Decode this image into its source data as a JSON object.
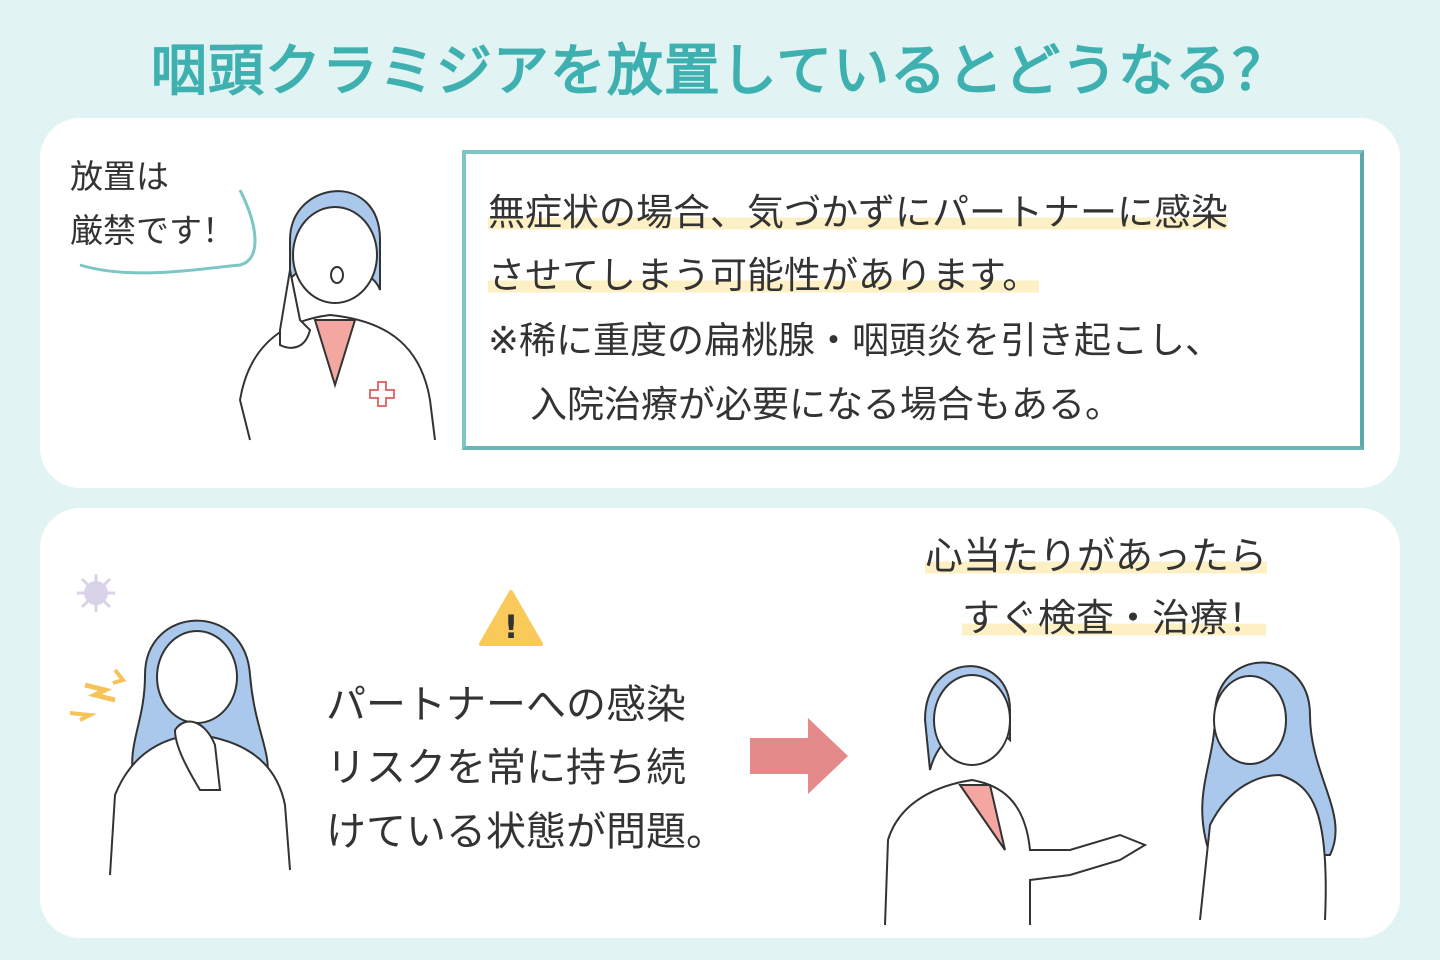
{
  "title": "咽頭クラミジアを放置しているとどうなる？",
  "top_card": {
    "bubble": [
      "放置は",
      "厳禁です！"
    ],
    "box_lines": [
      "無症状の場合、気づかずにパートナーに感染",
      "させてしまう可能性があります。",
      "※稀に重度の扁桃腺・咽頭炎を引き起こし、",
      "入院治療が必要になる場合もある。"
    ]
  },
  "bottom_card": {
    "warning_lines": [
      "パートナーへの感染",
      "リスクを常に持ち続",
      "けている状態が問題。"
    ],
    "advice_lines": [
      "心当たりがあったら",
      "すぐ検査・治療！"
    ]
  },
  "colors": {
    "accent": "#3eb0b0",
    "arrow": "#e58a8a",
    "highlight": "#fdf0c4",
    "hair": "#a9c8ec"
  }
}
